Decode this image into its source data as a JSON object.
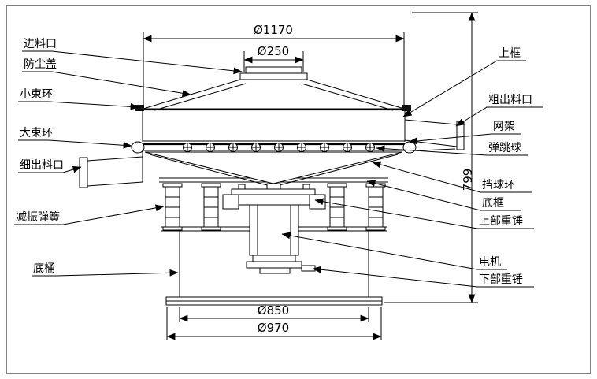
{
  "drawing": {
    "type": "technical-cross-section",
    "subject": "rotary vibrating sieve machine",
    "ink_color": "#000000",
    "paper_color": "#ffffff"
  },
  "dimensions": {
    "top_diameter": "Ø1170",
    "inlet_diameter": "Ø250",
    "base_inner_diameter": "Ø850",
    "base_outer_diameter": "Ø970",
    "overall_height": "799"
  },
  "labels_left": [
    {
      "id": "feed-inlet",
      "text": "进料口"
    },
    {
      "id": "dust-cover",
      "text": "防尘盖"
    },
    {
      "id": "small-clamp-ring",
      "text": "小束环"
    },
    {
      "id": "large-clamp-ring",
      "text": "大束环"
    },
    {
      "id": "fine-outlet",
      "text": "细出料口"
    },
    {
      "id": "damping-spring",
      "text": "减振弹簧"
    },
    {
      "id": "bottom-barrel",
      "text": "底桶"
    }
  ],
  "labels_right": [
    {
      "id": "upper-frame",
      "text": "上框"
    },
    {
      "id": "coarse-outlet",
      "text": "粗出料口"
    },
    {
      "id": "screen-frame",
      "text": "网架"
    },
    {
      "id": "bouncing-ball",
      "text": "弹跳球"
    },
    {
      "id": "ball-stop-ring",
      "text": "挡球环"
    },
    {
      "id": "bottom-frame",
      "text": "底框"
    },
    {
      "id": "upper-weight",
      "text": "上部重锤"
    },
    {
      "id": "motor",
      "text": "电机"
    },
    {
      "id": "lower-weight",
      "text": "下部重锤"
    }
  ]
}
